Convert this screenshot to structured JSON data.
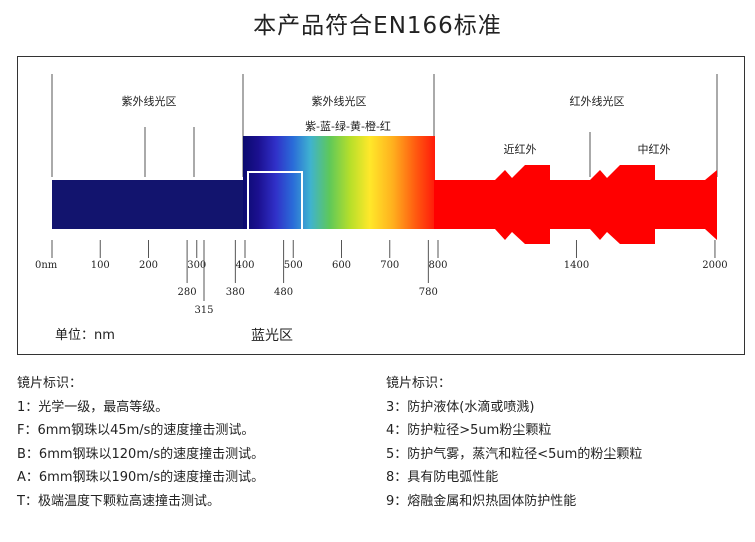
{
  "title": "本产品符合EN166标准",
  "diagram": {
    "region_uv": "紫外线光区",
    "region_visible": "紫外线光区",
    "region_ir": "红外线光区",
    "visible_colors": "紫-蓝-绿-黄-橙-红",
    "near_ir": "近红外",
    "mid_ir": "中红外",
    "unit": "单位：nm",
    "blue_light_zone": "蓝光区",
    "ticks_upper": [
      {
        "label": "0nm",
        "nm": 0
      },
      {
        "label": "100",
        "nm": 100
      },
      {
        "label": "200",
        "nm": 200
      },
      {
        "label": "300",
        "nm": 300
      },
      {
        "label": "400",
        "nm": 400
      },
      {
        "label": "500",
        "nm": 500
      },
      {
        "label": "600",
        "nm": 600
      },
      {
        "label": "700",
        "nm": 700
      },
      {
        "label": "800",
        "nm": 800
      },
      {
        "label": "1400",
        "nm": 1400
      },
      {
        "label": "2000",
        "nm": 2000
      }
    ],
    "ticks_lower": [
      {
        "label": "280",
        "nm": 280
      },
      {
        "label": "315",
        "nm": 315
      },
      {
        "label": "380",
        "nm": 380
      },
      {
        "label": "480",
        "nm": 480
      },
      {
        "label": "780",
        "nm": 780
      }
    ],
    "colors": {
      "uv_band": "#12146e",
      "ir_band": "#ff0000"
    }
  },
  "legend_left": {
    "heading": "镜片标识：",
    "items": [
      "1：光学一级，最高等级。",
      "F：6mm钢珠以45m/s的速度撞击测试。",
      "B：6mm钢珠以120m/s的速度撞击测试。",
      "A：6mm钢珠以190m/s的速度撞击测试。",
      "T：极端温度下颗粒高速撞击测试。"
    ]
  },
  "legend_right": {
    "heading": "镜片标识：",
    "items": [
      "3：防护液体(水滴或喷溅)",
      "4：防护粒径>5um粉尘颗粒",
      "5：防护气雾，蒸汽和粒径<5um的粉尘颗粒",
      "8：具有防电弧性能",
      "9：熔融金属和炽热固体防护性能"
    ]
  }
}
